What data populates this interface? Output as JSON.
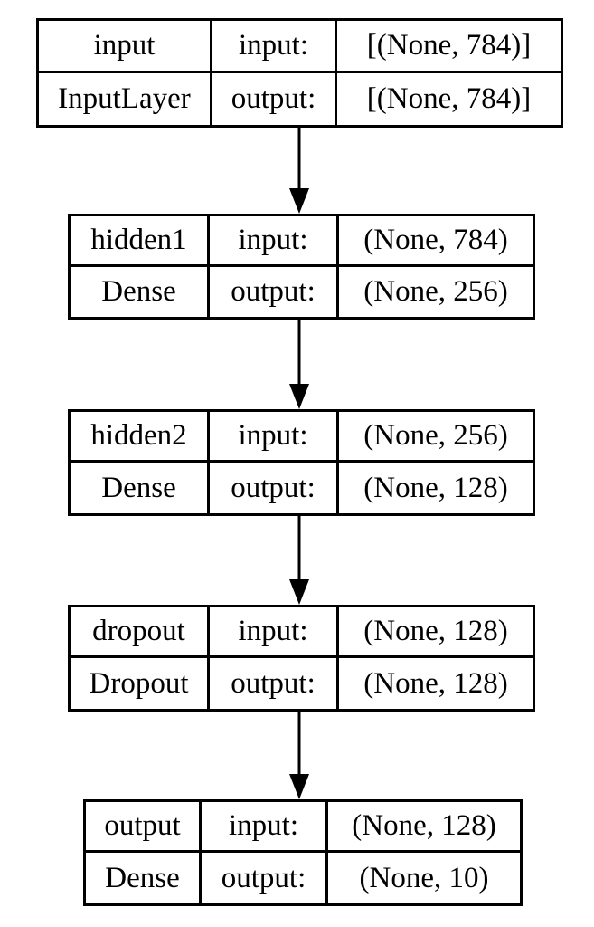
{
  "diagram": {
    "kind": "keras-model-architecture",
    "background_color": "#ffffff",
    "line_color": "#000000",
    "text_color": "#000000",
    "layers": [
      {
        "name": "input",
        "class_name": "InputLayer",
        "input_label": "input:",
        "output_label": "output:",
        "input_shape": "[(None, 784)]",
        "output_shape": "[(None, 784)]"
      },
      {
        "name": "hidden1",
        "class_name": "Dense",
        "input_label": "input:",
        "output_label": "output:",
        "input_shape": "(None, 784)",
        "output_shape": "(None, 256)"
      },
      {
        "name": "hidden2",
        "class_name": "Dense",
        "input_label": "input:",
        "output_label": "output:",
        "input_shape": "(None, 256)",
        "output_shape": "(None, 128)"
      },
      {
        "name": "dropout",
        "class_name": "Dropout",
        "input_label": "input:",
        "output_label": "output:",
        "input_shape": "(None, 128)",
        "output_shape": "(None, 128)"
      },
      {
        "name": "output",
        "class_name": "Dense",
        "input_label": "input:",
        "output_label": "output:",
        "input_shape": "(None, 128)",
        "output_shape": "(None, 10)"
      }
    ],
    "edges": [
      {
        "from": "input",
        "to": "hidden1"
      },
      {
        "from": "hidden1",
        "to": "hidden2"
      },
      {
        "from": "hidden2",
        "to": "dropout"
      },
      {
        "from": "dropout",
        "to": "output"
      }
    ]
  }
}
